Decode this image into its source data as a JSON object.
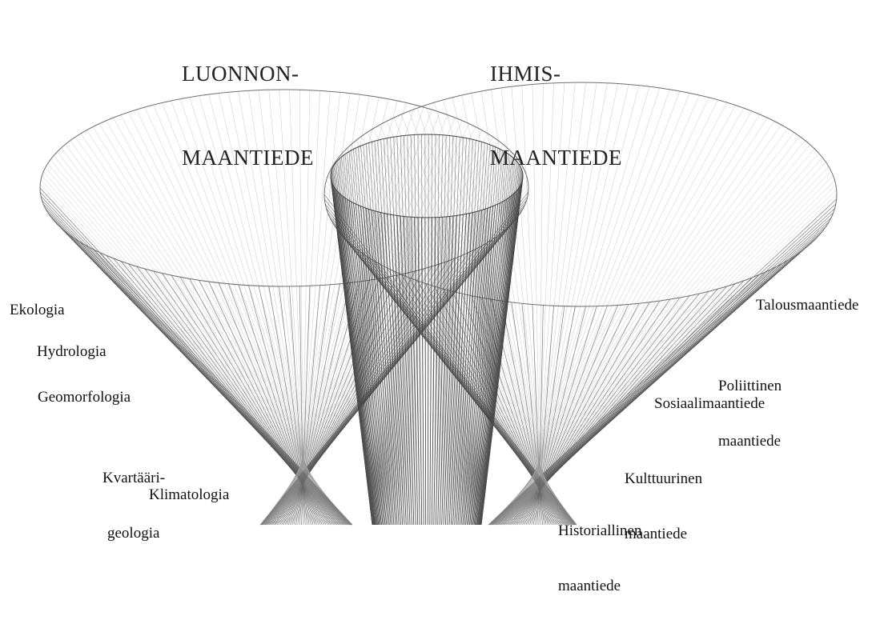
{
  "headings": {
    "physical_line1": "LUONNON-",
    "physical_line2": "MAANTIEDE",
    "human_line1": "IHMIS-",
    "human_line2": "MAANTIEDE"
  },
  "physical_branches": {
    "ekologia": "Ekologia",
    "hydrologia": "Hydrologia",
    "geomorfologia": "Geomorfologia",
    "kvartaari_line1": "Kvartääri-",
    "kvartaari_line2": "geologia",
    "klimatologia": "Klimatologia"
  },
  "human_branches": {
    "talous": "Talousmaantiede",
    "poliittinen_line1": "Poliittinen",
    "poliittinen_line2": "maantiede",
    "sosiaali": "Sosiaalimaantiede",
    "kulttuuri_line1": "Kulttuurinen",
    "kulttuuri_line2": "maantiede",
    "historia_line1": "Historiallinen",
    "historia_line2": "maantiede"
  }
}
